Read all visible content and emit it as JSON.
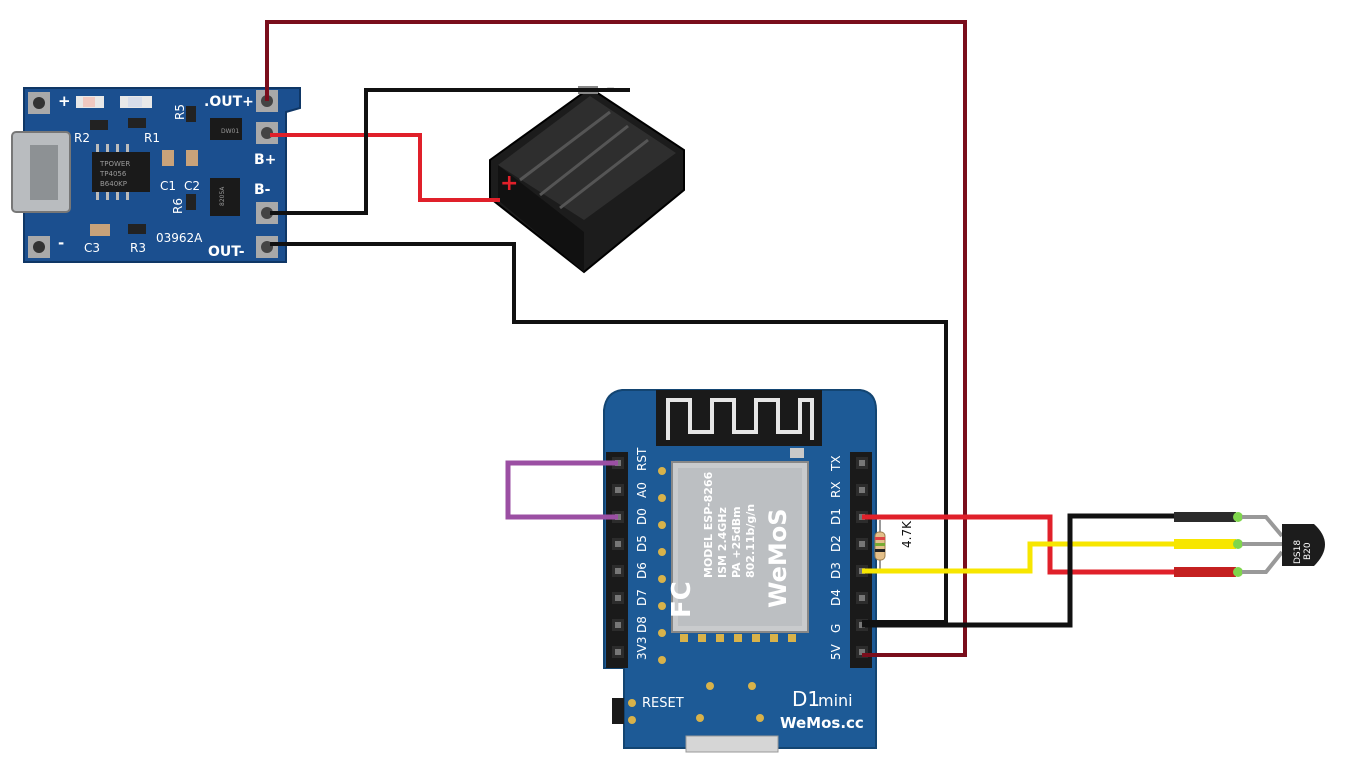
{
  "charger": {
    "terminal_out_plus": ".OUT+",
    "terminal_b_plus": "B+",
    "terminal_b_minus": "B-",
    "terminal_out_minus": "OUT-",
    "plus_sign": "+",
    "minus_sign": "-",
    "chip_brand": "TPOWER",
    "chip_model": "TP4056",
    "chip_code": "B640KP",
    "dw01_label": "DW01",
    "fs_label": "8205A",
    "board_code": "03962A",
    "labels": {
      "r1": "R1",
      "r2": "R2",
      "r3": "R3",
      "r5": "R5",
      "r6": "R6",
      "c1": "C1",
      "c2": "C2",
      "c3": "C3"
    }
  },
  "battery_holder": {
    "plus_mark": "+",
    "minus_mark": "-"
  },
  "d1mini": {
    "left_pins": [
      "RST",
      "A0",
      "D0",
      "D5",
      "D6",
      "D7",
      "D8",
      "3V3"
    ],
    "right_pins": [
      "TX",
      "RX",
      "D1",
      "D2",
      "D3",
      "D4",
      "G",
      "5V"
    ],
    "module": {
      "model_line": "MODEL  ESP-8266",
      "ism_line": "ISM 2.4GHz",
      "pa_line": "PA +25dBm",
      "wifi_line": "802.11b/g/n",
      "fcc": "FC",
      "brand": "WeMoS"
    },
    "reset_label": "RESET",
    "board_name_main": "D1",
    "board_name_sub": "mini",
    "site": "WeMos.cc"
  },
  "resistor": {
    "value": "4.7K"
  },
  "sensor": {
    "line1": "DS18",
    "line2": "B20"
  },
  "colors": {
    "pcb_charger": "#1b4f8f",
    "pcb_d1": "#1d5a96",
    "wire_darkred": "#7a0e1c",
    "wire_red": "#e0202a",
    "wire_black": "#111111",
    "wire_yellow": "#f7e600",
    "wire_purple": "#9b4fa3"
  }
}
